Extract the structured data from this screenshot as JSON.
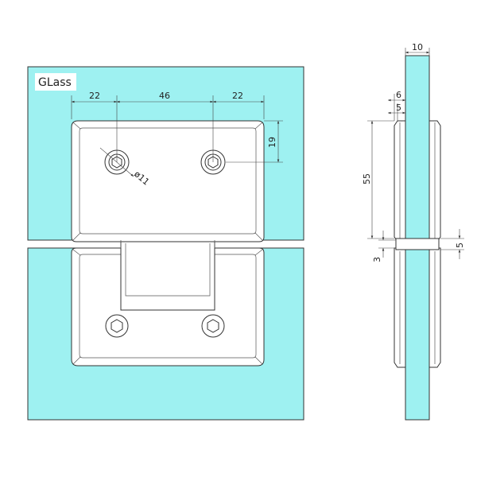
{
  "colors": {
    "glass": "#9EF1F1",
    "line": "#333333",
    "plate": "#FFFFFF"
  },
  "front_view": {
    "glass_label": "GLass",
    "dim_left": "22",
    "dim_center": "46",
    "dim_right": "22",
    "dim_vertical": "19",
    "dim_hole": "ø11"
  },
  "side_view": {
    "dim_thickness": "10",
    "dim_6": "6",
    "dim_5_top": "5",
    "dim_55": "55",
    "dim_5_right": "5",
    "dim_3": "3"
  }
}
